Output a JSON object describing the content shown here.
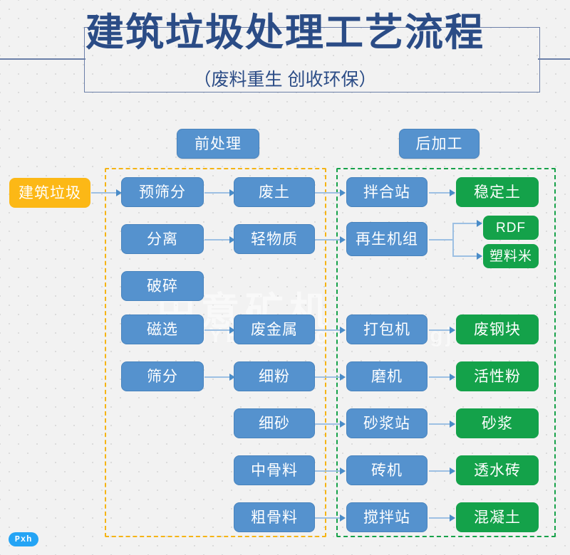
{
  "header": {
    "title": "建筑垃圾处理工艺流程",
    "subtitle": "（废料重生  创收环保）",
    "title_color": "#2b4c86"
  },
  "watermark": {
    "cn_text": "中意矿机",
    "en_text": "ZOONYE  ZhongYi Kuangji"
  },
  "badge": {
    "label": "Pxh"
  },
  "groups": [
    {
      "id": "pre",
      "label": "前处理",
      "border_color": "#f5b415",
      "header_color": "#5592ce"
    },
    {
      "id": "post",
      "label": "后加工",
      "border_color": "#17a24a",
      "header_color": "#5592ce"
    }
  ],
  "colors": {
    "blue": "#5592ce",
    "green": "#14a24a",
    "orange": "#fcb816",
    "connector": "#9dc0e3",
    "arrow": "#4a8cc8",
    "background": "#f2f2f2"
  },
  "input_node": {
    "label": "建筑垃圾",
    "color": "#fcb816"
  },
  "col1": [
    {
      "label": "预筛分"
    },
    {
      "label": "分离"
    },
    {
      "label": "破碎"
    },
    {
      "label": "磁选"
    },
    {
      "label": "筛分"
    }
  ],
  "col2": [
    {
      "label": "废土"
    },
    {
      "label": "轻物质"
    },
    {
      "label": "废金属"
    },
    {
      "label": "细粉"
    },
    {
      "label": "细砂"
    },
    {
      "label": "中骨料"
    },
    {
      "label": "粗骨料"
    }
  ],
  "col3": [
    {
      "label": "拌合站"
    },
    {
      "label": "再生机组"
    },
    {
      "label": "打包机"
    },
    {
      "label": "磨机"
    },
    {
      "label": "砂浆站"
    },
    {
      "label": "砖机"
    },
    {
      "label": "搅拌站"
    }
  ],
  "col4": [
    {
      "label": "稳定土"
    },
    {
      "label": "RDF"
    },
    {
      "label": "塑料米"
    },
    {
      "label": "废钢块"
    },
    {
      "label": "活性粉"
    },
    {
      "label": "砂浆"
    },
    {
      "label": "透水砖"
    },
    {
      "label": "混凝土"
    }
  ]
}
